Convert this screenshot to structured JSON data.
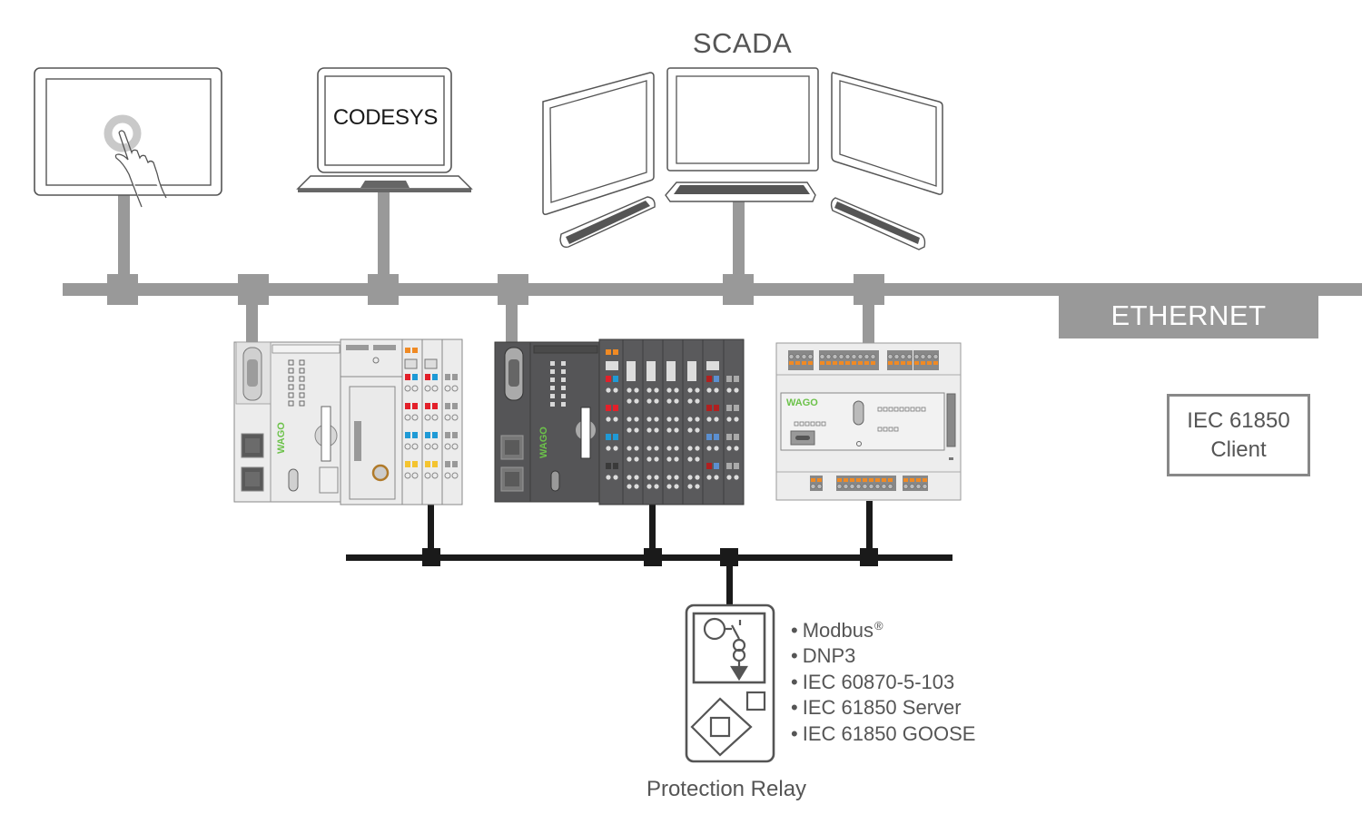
{
  "diagram": {
    "title": "WAGO controllers network topology",
    "networks": {
      "ethernet": {
        "label": "ETHERNET",
        "color": "#999999"
      },
      "fieldbus": {
        "color": "#1a1a1a"
      }
    },
    "top_devices": [
      {
        "id": "touch-panel",
        "type": "touch-panel",
        "label": ""
      },
      {
        "id": "codesys-laptop",
        "type": "laptop",
        "label": "CODESYS"
      },
      {
        "id": "scada-workstation",
        "type": "multi-monitor",
        "label": "SCADA"
      }
    ],
    "scada_title": "SCADA",
    "codesys_label": "CODESYS",
    "controllers": [
      {
        "id": "controller-light",
        "type": "modular-plc",
        "brand": "WAGO",
        "finish": "light-gray"
      },
      {
        "id": "controller-dark",
        "type": "modular-plc",
        "brand": "WAGO",
        "finish": "dark-gray"
      },
      {
        "id": "controller-compact",
        "type": "compact-controller",
        "brand": "WAGO",
        "finish": "light-gray"
      }
    ],
    "iec_client": {
      "line1": "IEC 61850",
      "line2": "Client"
    },
    "protection_relay": {
      "caption": "Protection Relay",
      "protocols": [
        {
          "label": "Modbus",
          "sup": "®"
        },
        {
          "label": "DNP3",
          "sup": ""
        },
        {
          "label": "IEC 60870-5-103",
          "sup": ""
        },
        {
          "label": "IEC 61850 Server",
          "sup": ""
        },
        {
          "label": "IEC 61850 GOOSE",
          "sup": ""
        }
      ]
    },
    "colors": {
      "wago_green": "#6cc24a",
      "io_red": "#e3202a",
      "io_blue": "#1f9ad6",
      "io_yellow": "#f4c430",
      "io_orange": "#f08a24",
      "dark_module": "#5a5a5c",
      "light_module": "#ececec"
    }
  }
}
